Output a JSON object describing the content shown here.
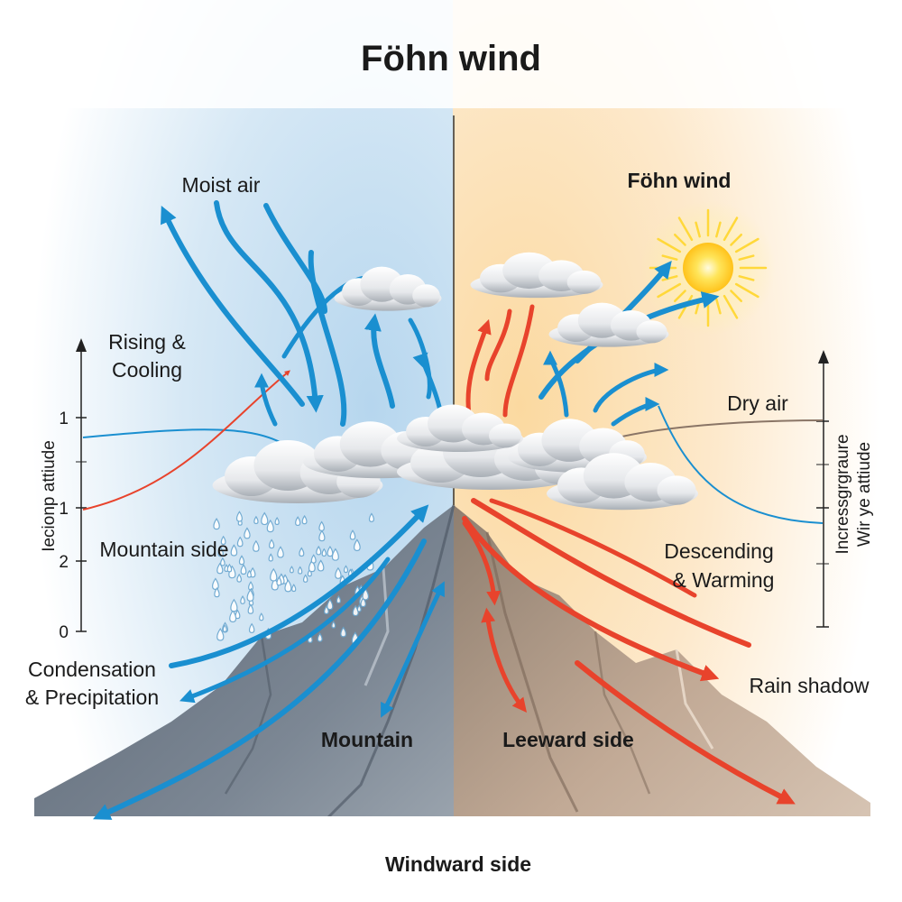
{
  "title": "Föhn wind",
  "labels": {
    "moist_air": "Moist air",
    "fohn_wind": "Föhn wind",
    "rising_line1": "Rising &",
    "rising_line2": "Cooling",
    "dry_air": "Dry air",
    "mountain_side": "Mountain side",
    "descending_line1": "Descending",
    "descending_line2": "& Warming",
    "condensation_line1": "Condensation",
    "condensation_line2": "& Precipitation",
    "rain_shadow": "Rain shadow",
    "mountain": "Mountain",
    "leeward_side": "Leeward side",
    "windward_side": "Windward side"
  },
  "left_axis": {
    "title": "Iecionp attiude",
    "ticks": [
      "1",
      "1",
      "2",
      "0"
    ]
  },
  "right_axis": {
    "title_line1": "Incressgrgraure",
    "title_line2": "Wir ye attiude"
  },
  "colors": {
    "cool_air": "#1a8fd0",
    "warm_air": "#e8432c",
    "windward_bg": "#c9e1f1",
    "leeward_bg": "#fbe3bc",
    "sun": "#ffd21f"
  },
  "icons": [
    "sun-icon",
    "cloud-icon",
    "raindrop-icon",
    "mountain-icon"
  ]
}
